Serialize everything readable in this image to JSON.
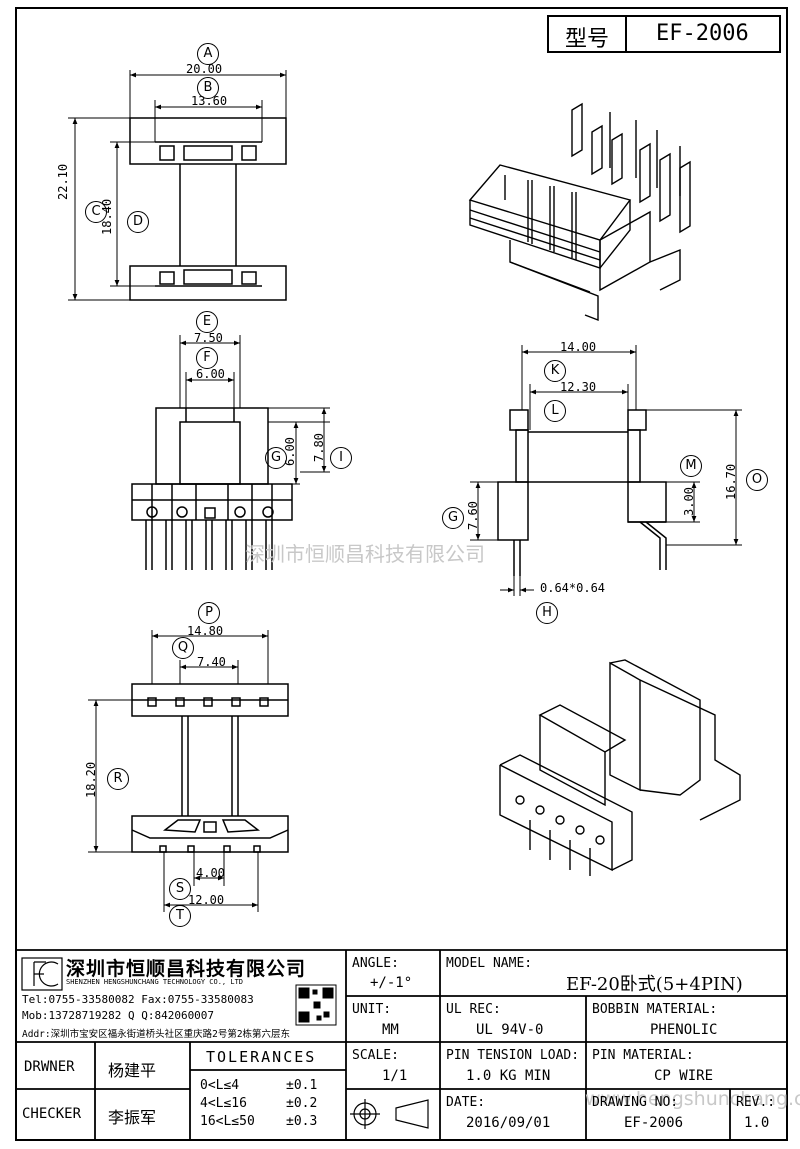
{
  "header": {
    "model_label": "型号",
    "model_value": "EF-2006"
  },
  "dimensions": {
    "A": "20.00",
    "B": "13.60",
    "C": "22.10",
    "D": "18.40",
    "E": "7.50",
    "F": "6.00",
    "G_top": "6.00",
    "I": "7.80",
    "K": "14.00",
    "L": "12.30",
    "M": "3.00",
    "O": "16.70",
    "G_side": "7.60",
    "H": "0.64*0.64",
    "P": "14.80",
    "Q": "7.40",
    "R": "18.20",
    "S": "4.00",
    "T": "12.00"
  },
  "callouts": [
    "A",
    "B",
    "C",
    "D",
    "E",
    "F",
    "G",
    "I",
    "K",
    "L",
    "M",
    "O",
    "G",
    "H",
    "P",
    "Q",
    "R",
    "S",
    "T"
  ],
  "watermarks": {
    "center": "深圳市恒顺昌科技有限公司",
    "corner": "www.hengshunchang.com"
  },
  "company": {
    "name_cn": "深圳市恒顺昌科技有限公司",
    "name_en": "SHENZHEN HENGSHUNCHANG TECHNOLOGY CO., LTD",
    "tel": "Tel:0755-33580082 Fax:0755-33580083",
    "mob": "Mob:13728719282     Q Q:842060007",
    "addr": "Addr:深圳市宝安区福永街道桥头社区重庆路2号第2栋第六层东"
  },
  "title_block": {
    "angle_label": "ANGLE:",
    "angle_value": "+/-1°",
    "unit_label": "UNIT:",
    "unit_value": "MM",
    "scale_label": "SCALE:",
    "scale_value": "1/1",
    "model_name_label": "MODEL NAME:",
    "model_name_value": "EF-20卧式(5+4PIN)",
    "ul_rec_label": "UL REC:",
    "ul_rec_value": "UL 94V-0",
    "bobbin_label": "BOBBIN MATERIAL:",
    "bobbin_value": "PHENOLIC",
    "pin_tension_label": "PIN TENSION LOAD:",
    "pin_tension_value": "1.0 KG MIN",
    "pin_material_label": "PIN MATERIAL:",
    "pin_material_value": "CP WIRE",
    "date_label": "DATE:",
    "date_value": "2016/09/01",
    "drawing_no_label": "DRAWING NO:",
    "drawing_no_value": "EF-2006",
    "rev_label": "REV.:",
    "rev_value": "1.0",
    "drwner_label": "DRWNER",
    "drwner_value": "杨建平",
    "checker_label": "CHECKER",
    "checker_value": "李振军",
    "tolerances_label": "TOLERANCES",
    "tolerances": [
      {
        "range": "0<L≤4",
        "value": "±0.1"
      },
      {
        "range": "4<L≤16",
        "value": "±0.2"
      },
      {
        "range": "16<L≤50",
        "value": "±0.3"
      }
    ]
  }
}
